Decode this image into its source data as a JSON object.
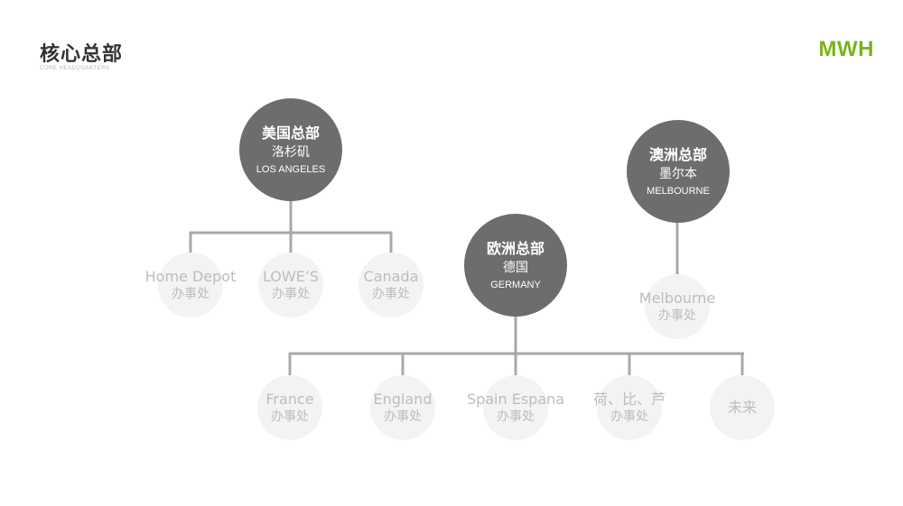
{
  "header": {
    "title": "核心总部",
    "subtitle": "CORE HEADQUARTERS",
    "logo": "MWH"
  },
  "headquarters": [
    {
      "cn": "美国总部",
      "city": "洛杉矶",
      "en": "LOS ANGELES"
    },
    {
      "cn": "欧洲总部",
      "city": "德国",
      "en": "GERMANY"
    },
    {
      "cn": "澳洲总部",
      "city": "墨尔本",
      "en": "MELBOURNE"
    }
  ],
  "offices": {
    "us": [
      {
        "name": "Home Depot",
        "type": "办事处"
      },
      {
        "name": "LOWE’S",
        "type": "办事处"
      },
      {
        "name": "Canada",
        "type": "办事处"
      }
    ],
    "eu": [
      {
        "name": "France",
        "type": "办事处"
      },
      {
        "name": "England",
        "type": "办事处"
      },
      {
        "name": "Spain Espana",
        "type": "办事处"
      },
      {
        "name": "荷、比、芦",
        "type": "办事处"
      },
      {
        "name": "未来",
        "type": ""
      }
    ],
    "au": [
      {
        "name": "Melbourne",
        "type": "办事处"
      }
    ]
  },
  "colors": {
    "hq_fill": "#6d6d6d",
    "office_fill": "#f3f3f3",
    "office_text": "#bdbdbd",
    "connector": "#a8a8a8",
    "logo": "#7ab41d",
    "title": "#333333"
  }
}
